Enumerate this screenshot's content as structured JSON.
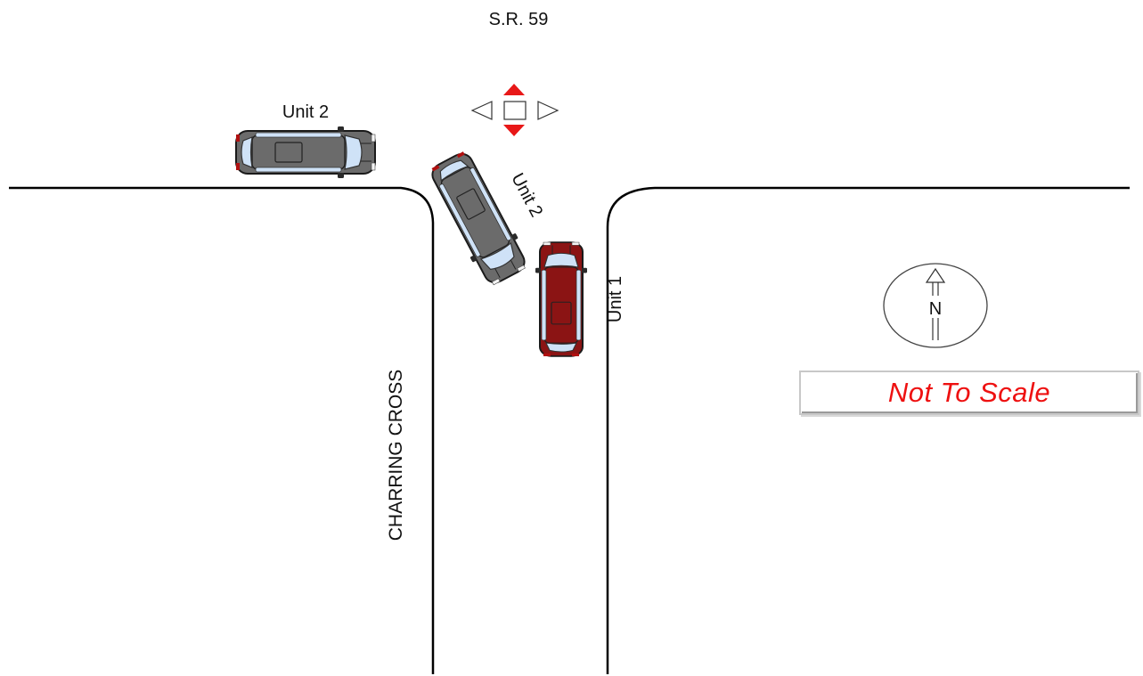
{
  "labels": {
    "road_north": "S.R. 59",
    "road_south": "CHARRING CROSS",
    "unit_2_parked": "Unit 2",
    "unit_2_turning": "Unit 2",
    "unit_1": "Unit 1",
    "compass_letter": "N",
    "scale_note": "Not To Scale"
  },
  "colors": {
    "unit_1_body": "#8b1414",
    "unit_2_body": "#6b6b6b",
    "glass": "#cfe2f7",
    "nav_arrow_active": "#e81818",
    "scale_text": "#ee1111"
  },
  "icons": {
    "nav_control": "move-arrows-icon",
    "compass": "north-arrow-icon"
  }
}
